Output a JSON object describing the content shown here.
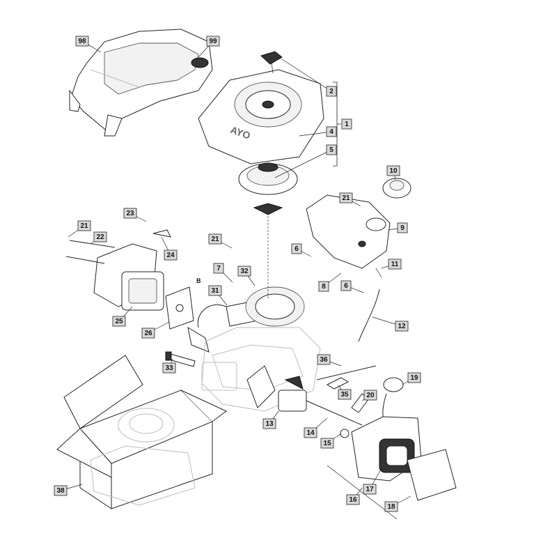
{
  "diagram": {
    "type": "exploded-parts-view",
    "callouts": [
      {
        "id": "98",
        "label": "98"
      },
      {
        "id": "99",
        "label": "99"
      },
      {
        "id": "2",
        "label": "2"
      },
      {
        "id": "1",
        "label": "1"
      },
      {
        "id": "4",
        "label": "4"
      },
      {
        "id": "5",
        "label": "5"
      },
      {
        "id": "10",
        "label": "10"
      },
      {
        "id": "21a",
        "label": "21"
      },
      {
        "id": "9",
        "label": "9"
      },
      {
        "id": "23",
        "label": "23"
      },
      {
        "id": "21b",
        "label": "21"
      },
      {
        "id": "22",
        "label": "22"
      },
      {
        "id": "24",
        "label": "24"
      },
      {
        "id": "21c",
        "label": "21"
      },
      {
        "id": "6a",
        "label": "6"
      },
      {
        "id": "11",
        "label": "11"
      },
      {
        "id": "7",
        "label": "7"
      },
      {
        "id": "32",
        "label": "32"
      },
      {
        "id": "8",
        "label": "8"
      },
      {
        "id": "6b",
        "label": "6"
      },
      {
        "id": "31",
        "label": "31"
      },
      {
        "id": "25",
        "label": "25"
      },
      {
        "id": "26",
        "label": "26"
      },
      {
        "id": "12",
        "label": "12"
      },
      {
        "id": "36",
        "label": "36"
      },
      {
        "id": "33",
        "label": "33"
      },
      {
        "id": "19",
        "label": "19"
      },
      {
        "id": "35",
        "label": "35"
      },
      {
        "id": "20",
        "label": "20"
      },
      {
        "id": "13",
        "label": "13"
      },
      {
        "id": "14",
        "label": "14"
      },
      {
        "id": "15",
        "label": "15"
      },
      {
        "id": "17",
        "label": "17"
      },
      {
        "id": "38",
        "label": "38"
      },
      {
        "id": "16",
        "label": "16"
      },
      {
        "id": "18",
        "label": "18"
      }
    ],
    "reference_letter": "B",
    "cover_logo": "AYO"
  },
  "colors": {
    "callout_fill": "#d9d9d9",
    "line": "#222222",
    "ghost": "#bdbdbd"
  }
}
